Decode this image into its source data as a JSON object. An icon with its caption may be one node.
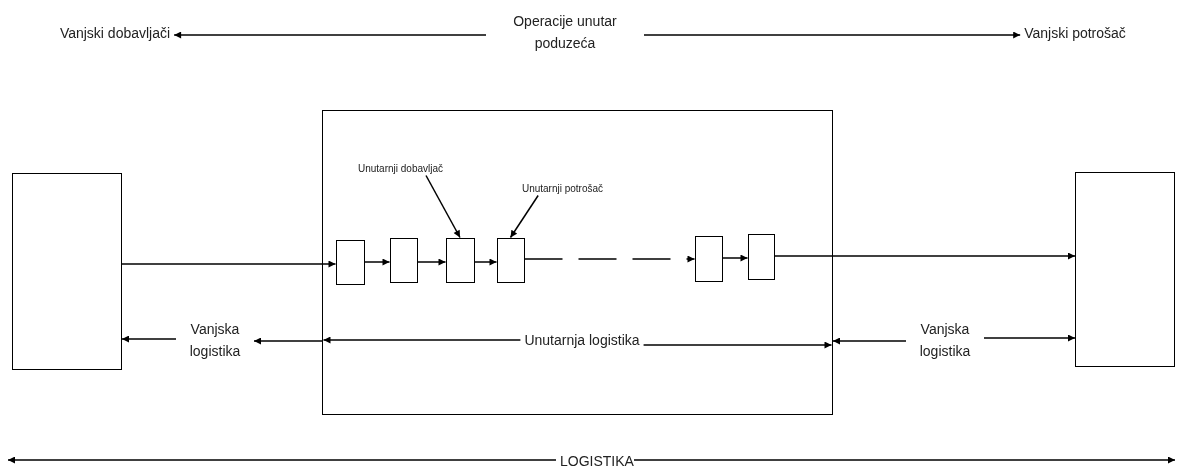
{
  "diagram": {
    "nodes": [
      {
        "text": [
          "Vanjski dobavljači"
        ]
      },
      {
        "text": [
          "Operacije unutar poduzeća"
        ]
      },
      {
        "text": [
          "Vanjski potrošač"
        ]
      },
      {
        "text": [],
        "shape": "box"
      },
      {
        "text": [],
        "shape": "box"
      },
      {
        "text": [],
        "shape": "box",
        "in": 4
      },
      {
        "text": [],
        "shape": "box",
        "in": 4
      },
      {
        "text": [],
        "shape": "box",
        "in": 4
      },
      {
        "text": [],
        "shape": "box",
        "in": 4
      },
      {
        "text": [],
        "shape": "box",
        "in": 4
      },
      {
        "text": [],
        "shape": "box",
        "in": 4
      },
      {
        "text": [
          "Unutarnji dobavljač"
        ],
        "in": 4
      },
      {
        "text": [
          "Unutarnji potrošač"
        ],
        "in": 4
      },
      {
        "text": [
          "Vanjska logistika"
        ]
      },
      {
        "text": [
          "Unutarnja logistika"
        ],
        "in": 4
      },
      {
        "text": [
          "Vanjska logistika"
        ]
      },
      {
        "text": [],
        "shape": "box"
      },
      {
        "text": [
          "LOGISTIKA"
        ]
      }
    ],
    "edges": [
      {
        "from": 1,
        "to": 0,
        "arrow": "to"
      },
      {
        "from": 1,
        "to": 2,
        "arrow": "to"
      },
      {
        "from": 3,
        "to": 5,
        "arrow": "to"
      },
      {
        "from": 5,
        "to": 6,
        "arrow": "to"
      },
      {
        "from": 6,
        "to": 7,
        "arrow": "to"
      },
      {
        "from": 7,
        "to": 8,
        "arrow": "to"
      },
      {
        "from": 8,
        "to": 9,
        "arrow": "to",
        "style": "dashed"
      },
      {
        "from": 9,
        "to": 10,
        "arrow": "to"
      },
      {
        "from": 10,
        "to": 16,
        "arrow": "to"
      },
      {
        "from": 11,
        "to": 7,
        "arrow": "to"
      },
      {
        "from": 12,
        "to": 8,
        "arrow": "to"
      },
      {
        "from": 13,
        "to": 3,
        "arrow": "to"
      },
      {
        "from": 4,
        "to": 13,
        "arrow": "to"
      },
      {
        "from": 14,
        "to": 4,
        "arrow": "to"
      },
      {
        "from": 14,
        "to": 4,
        "arrow": "to"
      },
      {
        "from": 15,
        "to": 4,
        "arrow": "to"
      },
      {
        "from": 15,
        "to": 16,
        "arrow": "to"
      },
      {
        "from": 17,
        "to": null,
        "arrow": "to"
      },
      {
        "from": 17,
        "to": null,
        "arrow": "to"
      }
    ]
  }
}
